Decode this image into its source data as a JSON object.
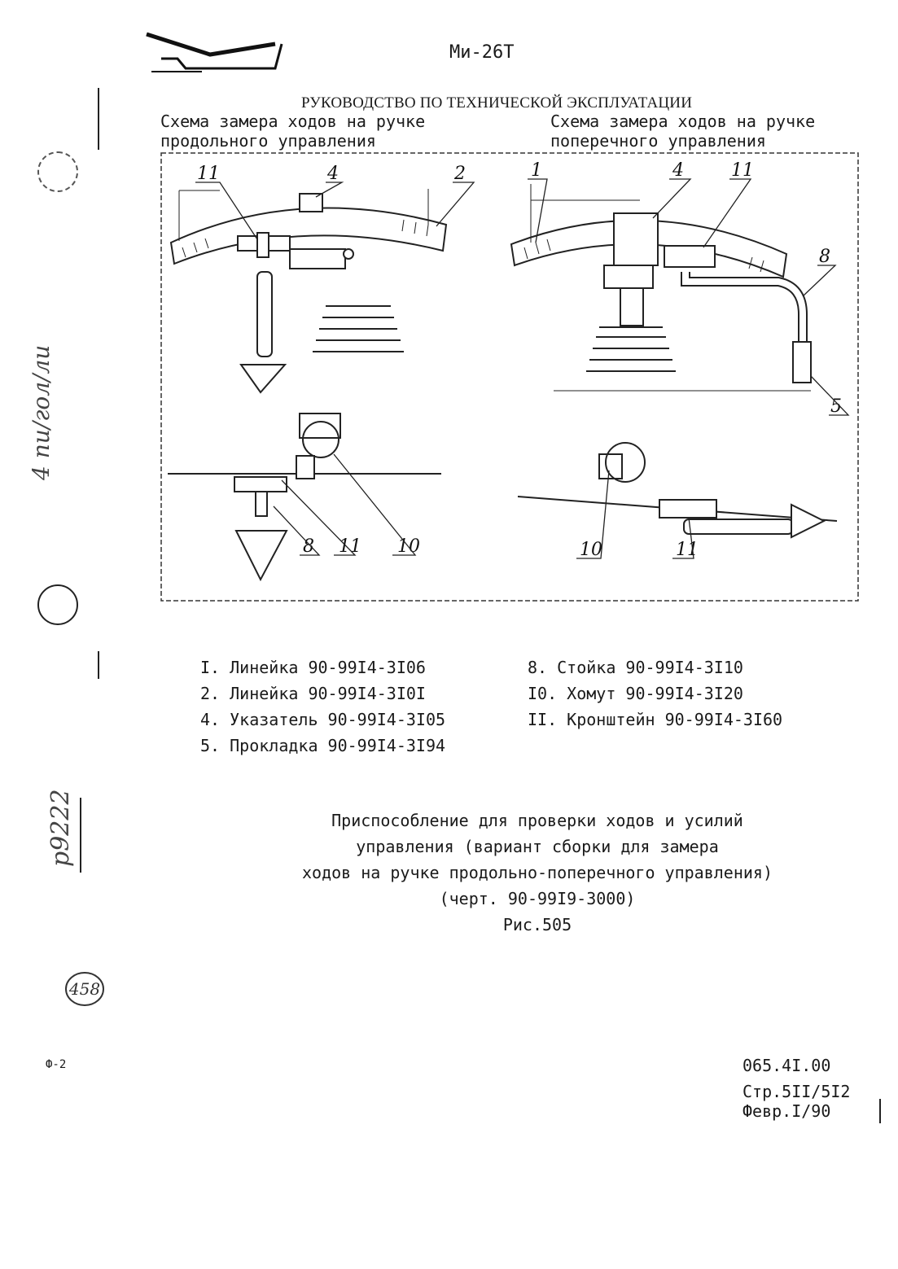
{
  "header": {
    "model": "Ми-26Т",
    "title": "РУКОВОДСТВО ПО ТЕХНИЧЕСКОЙ ЭКСПЛУАТАЦИИ"
  },
  "captions": {
    "left": [
      "Схема замера ходов на ручке",
      "продольного управления"
    ],
    "right": [
      "Схема замера ходов на ручке",
      "поперечного управления"
    ]
  },
  "callouts": {
    "left_top": [
      "11",
      "4",
      "2"
    ],
    "right_top": [
      "1",
      "4",
      "11",
      "8",
      "5"
    ],
    "left_bottom": [
      "8",
      "11",
      "10"
    ],
    "right_bottom": [
      "10",
      "11"
    ]
  },
  "legend": {
    "left": [
      "I. Линейка 90-99I4-3I06",
      "2. Линейка 90-99I4-3I0I",
      "4. Указатель 90-99I4-3I05",
      "5. Прокладка 90-99I4-3I94"
    ],
    "right": [
      "8. Стойка 90-99I4-3I10",
      "I0. Хомут 90-99I4-3I20",
      "II. Кронштейн 90-99I4-3I60"
    ]
  },
  "figure_caption": [
    "Приспособление для проверки ходов и усилий",
    "управления (вариант сборки для замера",
    "ходов на ручке продольно-поперечного управления)",
    "(черт. 90-99I9-3000)",
    "Рис.505"
  ],
  "footer": {
    "code": "065.4I.00",
    "page": "Стр.5II/5I2",
    "date": "Февр.I/90",
    "form": "Ф-2"
  },
  "handwritten": {
    "side_note": "4 пи/гол/ли",
    "side_code": "р9222",
    "stamp": "458"
  }
}
